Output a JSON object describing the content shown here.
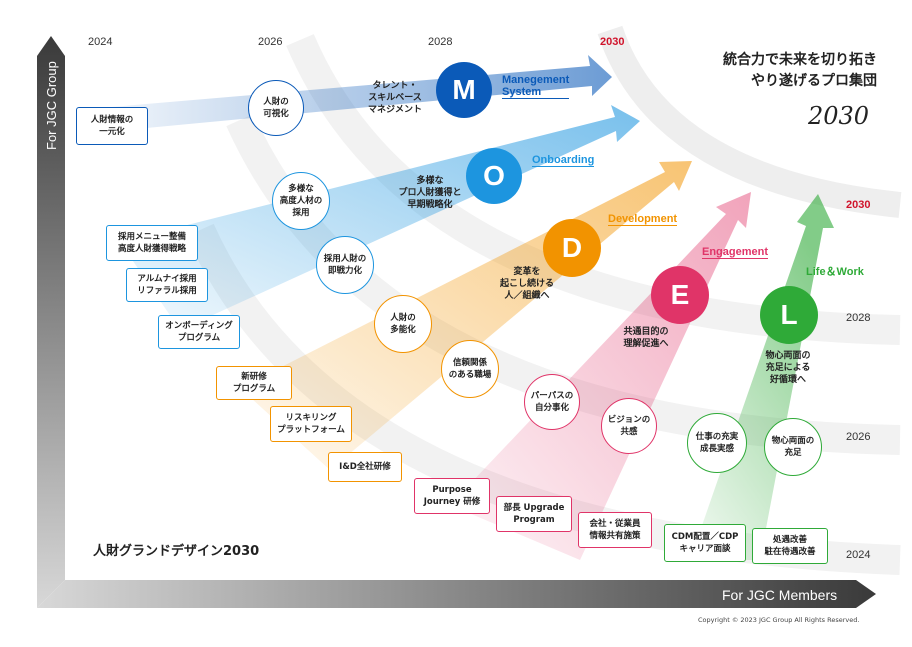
{
  "title": "統合力で未来を切り拓き\nやり遂げるプロ集団",
  "title_year": "2030",
  "grand_design": "人財グランドデザイン2030",
  "copyright": "Copyright © 2023 JGC Group All Rights Reserved.",
  "axes": {
    "vertical": "For JGC Group",
    "horizontal": "For JGC Members"
  },
  "years_top": [
    {
      "label": "2024",
      "highlight": false
    },
    {
      "label": "2026",
      "highlight": false
    },
    {
      "label": "2028",
      "highlight": false
    },
    {
      "label": "2030",
      "highlight": true
    }
  ],
  "years_right": [
    {
      "label": "2030",
      "highlight": true
    },
    {
      "label": "2028",
      "highlight": false
    },
    {
      "label": "2026",
      "highlight": false
    },
    {
      "label": "2024",
      "highlight": false
    }
  ],
  "streams": [
    {
      "letter": "M",
      "label": "Manegement\nSystem",
      "color": "#0b5ab8",
      "desc": "タレント・\nスキルベース\nマネジメント",
      "items": [
        "人財情報の\n一元化",
        "人財の\n可視化"
      ]
    },
    {
      "letter": "O",
      "label": "Onboarding",
      "color": "#1d95df",
      "desc": "多様な\nプロ人財獲得と\n早期戦略化",
      "items": [
        "採用メニュー整備\n高度人財獲得戦略",
        "アルムナイ採用\nリファラル採用",
        "オンボーディング\nプログラム",
        "多様な\n高度人材の\n採用",
        "採用人財の\n即戦力化"
      ]
    },
    {
      "letter": "D",
      "label": "Development",
      "color": "#f29300",
      "desc": "変革を\n起こし続ける\n人／組織へ",
      "items": [
        "新研修\nプログラム",
        "リスキリング\nプラットフォーム",
        "I&D全社研修",
        "人財の\n多能化",
        "信頼関係\nのある職場"
      ]
    },
    {
      "letter": "E",
      "label": "Engagement",
      "color": "#e03468",
      "desc": "共通目的の\n理解促進へ",
      "items": [
        "Purpose\nJourney 研修",
        "部長 Upgrade\nProgram",
        "会社・従業員\n情報共有施策",
        "パーパスの\n自分事化",
        "ビジョンの\n共感"
      ]
    },
    {
      "letter": "L",
      "label": "Life＆Work",
      "color": "#2faa38",
      "desc": "物心両面の\n充足による\n好循環へ",
      "items": [
        "CDM配置／CDP\nキャリア面談",
        "処遇改善\n駐在待遇改善",
        "仕事の充実\n成長実感",
        "物心両面の\n充足"
      ]
    }
  ]
}
